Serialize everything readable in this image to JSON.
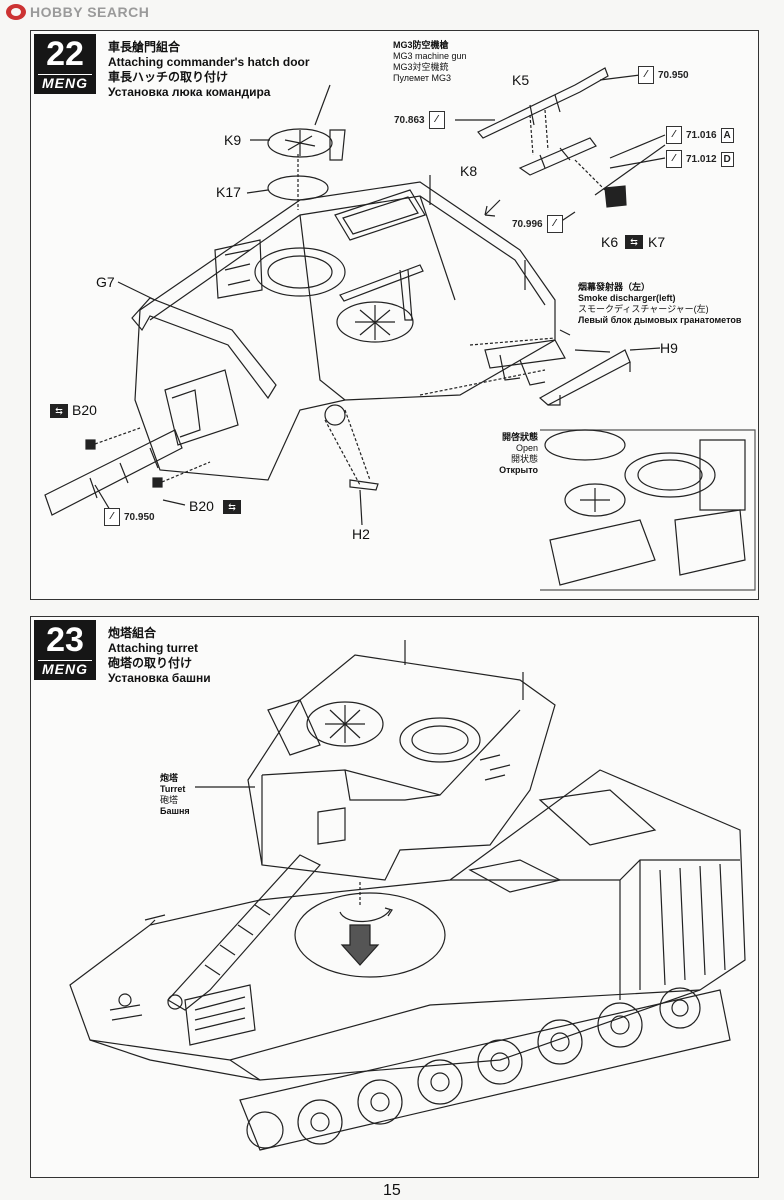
{
  "watermark": {
    "text": "HOBBY SEARCH"
  },
  "step22": {
    "number": "22",
    "brand": "MENG",
    "title_zh": "車長艙門組合",
    "title_en": "Attaching commander's hatch door",
    "title_ja": "車長ハッチの取り付け",
    "title_ru": "Установка люка командира",
    "mg3": {
      "zh": "MG3防空機槍",
      "en": "MG3 machine gun",
      "ja": "MG3対空機銃",
      "ru": "Пулемет MG3"
    },
    "smoke": {
      "zh": "烟幕發射器（左）",
      "en": "Smoke discharger(left)",
      "ja": "スモークディスチャージャー(左)",
      "ru": "Левый блок дымовых гранатометов"
    },
    "open": {
      "zh": "開啓狀態",
      "en": "Open",
      "ja": "開状態",
      "ru": "Открыто"
    },
    "parts": {
      "k9": "K9",
      "k17": "K17",
      "g7": "G7",
      "b20": "B20",
      "b20b": "B20",
      "h2": "H2",
      "h9": "H9",
      "k5": "K5",
      "k8": "K8",
      "k6": "K6",
      "k7": "K7"
    },
    "paints": {
      "p1": "70.950",
      "p2": "70.863",
      "p3": "71.016",
      "p3_letter": "A",
      "p4": "71.012",
      "p4_letter": "D",
      "p5": "70.996",
      "p6": "70.950"
    }
  },
  "step23": {
    "number": "23",
    "brand": "MENG",
    "title_zh": "炮塔組合",
    "title_en": "Attaching turret",
    "title_ja": "砲塔の取り付け",
    "title_ru": "Установка башни",
    "turret": {
      "zh": "炮塔",
      "en": "Turret",
      "ja": "砲塔",
      "ru": "Башня"
    }
  },
  "page_number": "15",
  "icons": [
    "brush-icon",
    "glue-icon",
    "rotate-arrow-icon"
  ]
}
